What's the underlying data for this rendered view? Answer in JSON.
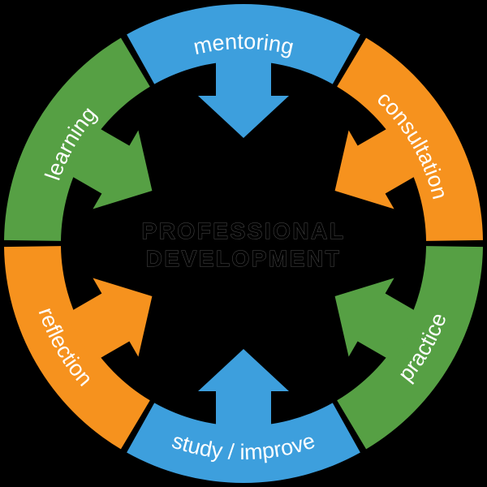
{
  "diagram": {
    "type": "cycle-ring-diagram",
    "background_color": "#000000",
    "label_text_color": "#ffffff",
    "center_title_line1": "PROFESSIONAL",
    "center_title_line2": "DEVELOPMENT",
    "center_text_color": "#000000",
    "center_text_outline_color": "#4f4f4f",
    "segments": [
      {
        "label": "mentoring",
        "position": "top",
        "color": "#3D9FDD"
      },
      {
        "label": "consultation",
        "position": "top-right",
        "color": "#F6921E"
      },
      {
        "label": "practice",
        "position": "bottom-right",
        "color": "#56A044"
      },
      {
        "label": "study / improve",
        "position": "bottom",
        "color": "#3D9FDD"
      },
      {
        "label": "reflection",
        "position": "bottom-left",
        "color": "#F6921E"
      },
      {
        "label": "learning",
        "position": "top-left",
        "color": "#56A044"
      }
    ]
  }
}
